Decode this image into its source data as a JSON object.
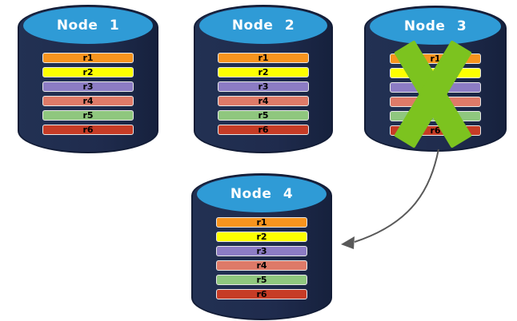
{
  "diagram": {
    "nodes": [
      {
        "id": "node-1",
        "label": "Node 1",
        "status": "active",
        "rows": [
          "r1",
          "r2",
          "r3",
          "r4",
          "r5",
          "r6"
        ]
      },
      {
        "id": "node-2",
        "label": "Node 2",
        "status": "active",
        "rows": [
          "r1",
          "r2",
          "r3",
          "r4",
          "r5",
          "r6"
        ]
      },
      {
        "id": "node-3",
        "label": "Node 3",
        "status": "failed",
        "rows": [
          "r1",
          "r2",
          "r3",
          "r4",
          "r5",
          "r6"
        ]
      },
      {
        "id": "node-4",
        "label": "Node 4",
        "status": "active",
        "rows": [
          "r1",
          "r2",
          "r3",
          "r4",
          "r5",
          "r6"
        ]
      }
    ],
    "row_colors": {
      "r1": "#F7941E",
      "r2": "#FDFF00",
      "r3": "#8C7CC4",
      "r4": "#DE7A68",
      "r5": "#8FC77E",
      "r6": "#C63C26"
    },
    "colors": {
      "cylinder_body": "#1F2B4D",
      "cylinder_outline": "#121C36",
      "cylinder_top": "#2F9BD6",
      "node_label": "#FFFFFF",
      "row_label": "#000000",
      "failure_cross": "#7CC31F",
      "arrow": "#595959"
    },
    "edges": [
      {
        "from": "Node 3",
        "to": "Node 4"
      }
    ]
  }
}
